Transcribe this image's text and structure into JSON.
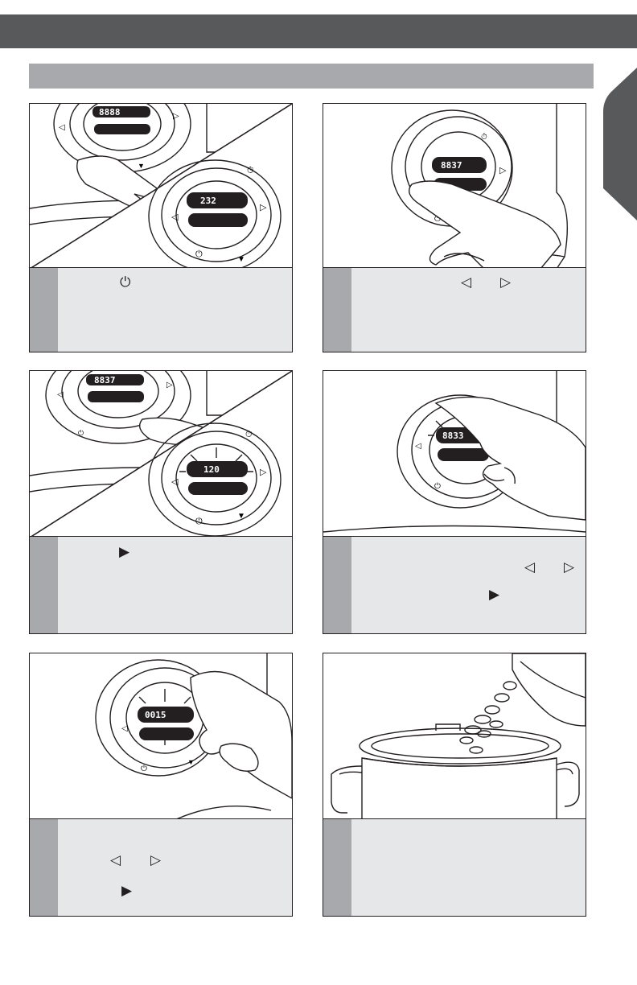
{
  "colors": {
    "topbar": "#58595b",
    "subbar": "#a7a9ac",
    "caption_bg": "#e6e7e8",
    "stripe": "#a7a9ac",
    "line": "#231f20"
  },
  "steps": [
    {
      "display_main": "232",
      "display_inset": "8888",
      "glyphs": [
        "power-icon"
      ]
    },
    {
      "display_main": "8837",
      "glyphs": [
        "arrow-left-icon",
        "arrow-right-icon"
      ]
    },
    {
      "display_main": "120",
      "display_inset": "8837",
      "glyphs": [
        "play-icon"
      ]
    },
    {
      "display_main": "8833",
      "glyphs": [
        "arrow-left-icon",
        "arrow-right-icon",
        "play-icon"
      ]
    },
    {
      "display_main": "0015",
      "glyphs": [
        "arrow-left-icon",
        "arrow-right-icon",
        "play-icon"
      ]
    },
    {
      "glyphs": []
    }
  ],
  "icons": {
    "power": "⏻",
    "left": "◁",
    "right": "▷",
    "play": "▶"
  }
}
